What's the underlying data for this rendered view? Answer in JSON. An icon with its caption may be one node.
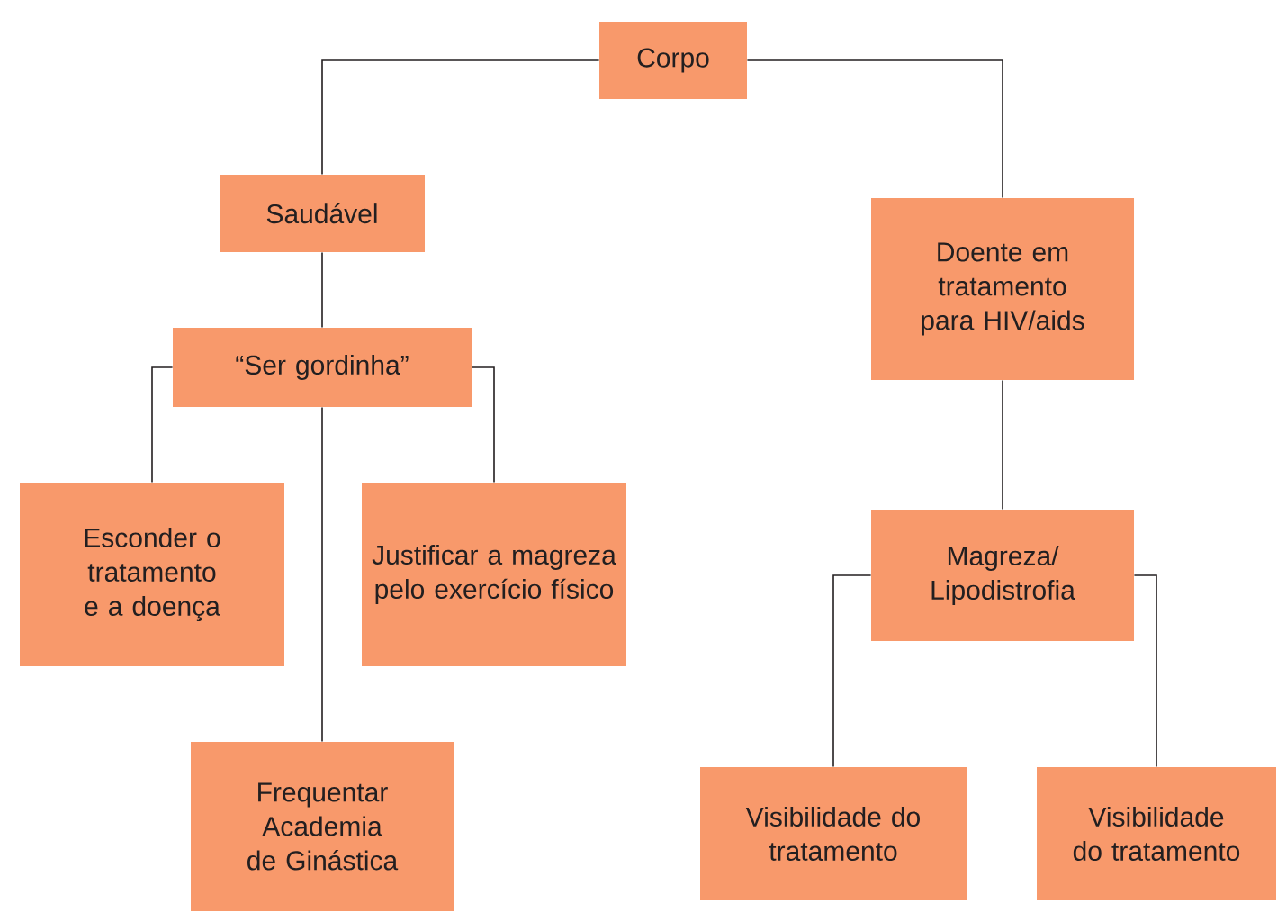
{
  "diagram": {
    "nodes": [
      {
        "text": [
          "Corpo"
        ]
      },
      {
        "text": [
          "Saudável"
        ]
      },
      {
        "text": [
          "Doente em tratamento para HIV/aids"
        ]
      },
      {
        "text": [
          "“Ser gordinha”"
        ]
      },
      {
        "text": [
          "Esconder o tratamento e a doença"
        ]
      },
      {
        "text": [
          "Justificar a magreza pelo exercício físico"
        ]
      },
      {
        "text": [
          "Frequentar Academia de Ginástica"
        ]
      },
      {
        "text": [
          "Magreza/ Lipodistrofia"
        ]
      },
      {
        "text": [
          "Visibilidade do tratamento"
        ]
      },
      {
        "text": [
          "Visibilidade do tratamento"
        ]
      }
    ],
    "edges": [
      {
        "from": 0,
        "to": 1,
        "arrow": "none"
      },
      {
        "from": 0,
        "to": 2,
        "arrow": "none"
      },
      {
        "from": 1,
        "to": 3,
        "arrow": "none"
      },
      {
        "from": 3,
        "to": 4,
        "arrow": "none"
      },
      {
        "from": 3,
        "to": 5,
        "arrow": "none"
      },
      {
        "from": 3,
        "to": 6,
        "arrow": "none"
      },
      {
        "from": 2,
        "to": 7,
        "arrow": "none"
      },
      {
        "from": 7,
        "to": 8,
        "arrow": "none"
      },
      {
        "from": 7,
        "to": 9,
        "arrow": "none"
      }
    ]
  }
}
